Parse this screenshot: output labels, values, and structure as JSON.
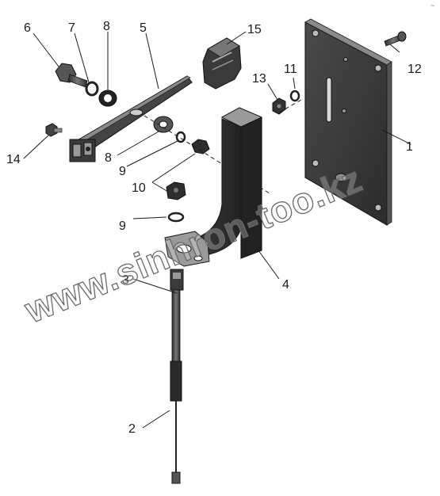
{
  "watermark": "www.sinhron-too.kz",
  "corner_mark": "~",
  "colors": {
    "part_dark": "#3a3a3a",
    "part_mid": "#6e6e6e",
    "part_light": "#a8a8a8",
    "ink": "#1a1a1a"
  },
  "callouts": [
    {
      "id": "c1",
      "label": "1"
    },
    {
      "id": "c2",
      "label": "2"
    },
    {
      "id": "c3",
      "label": "3"
    },
    {
      "id": "c4",
      "label": "4"
    },
    {
      "id": "c5",
      "label": "5"
    },
    {
      "id": "c6",
      "label": "6"
    },
    {
      "id": "c7",
      "label": "7"
    },
    {
      "id": "c8a",
      "label": "8"
    },
    {
      "id": "c8b",
      "label": "8"
    },
    {
      "id": "c9a",
      "label": "9"
    },
    {
      "id": "c9b",
      "label": "9"
    },
    {
      "id": "c10",
      "label": "10"
    },
    {
      "id": "c11",
      "label": "11"
    },
    {
      "id": "c12",
      "label": "12"
    },
    {
      "id": "c13",
      "label": "13"
    },
    {
      "id": "c14",
      "label": "14"
    },
    {
      "id": "c15",
      "label": "15"
    }
  ]
}
